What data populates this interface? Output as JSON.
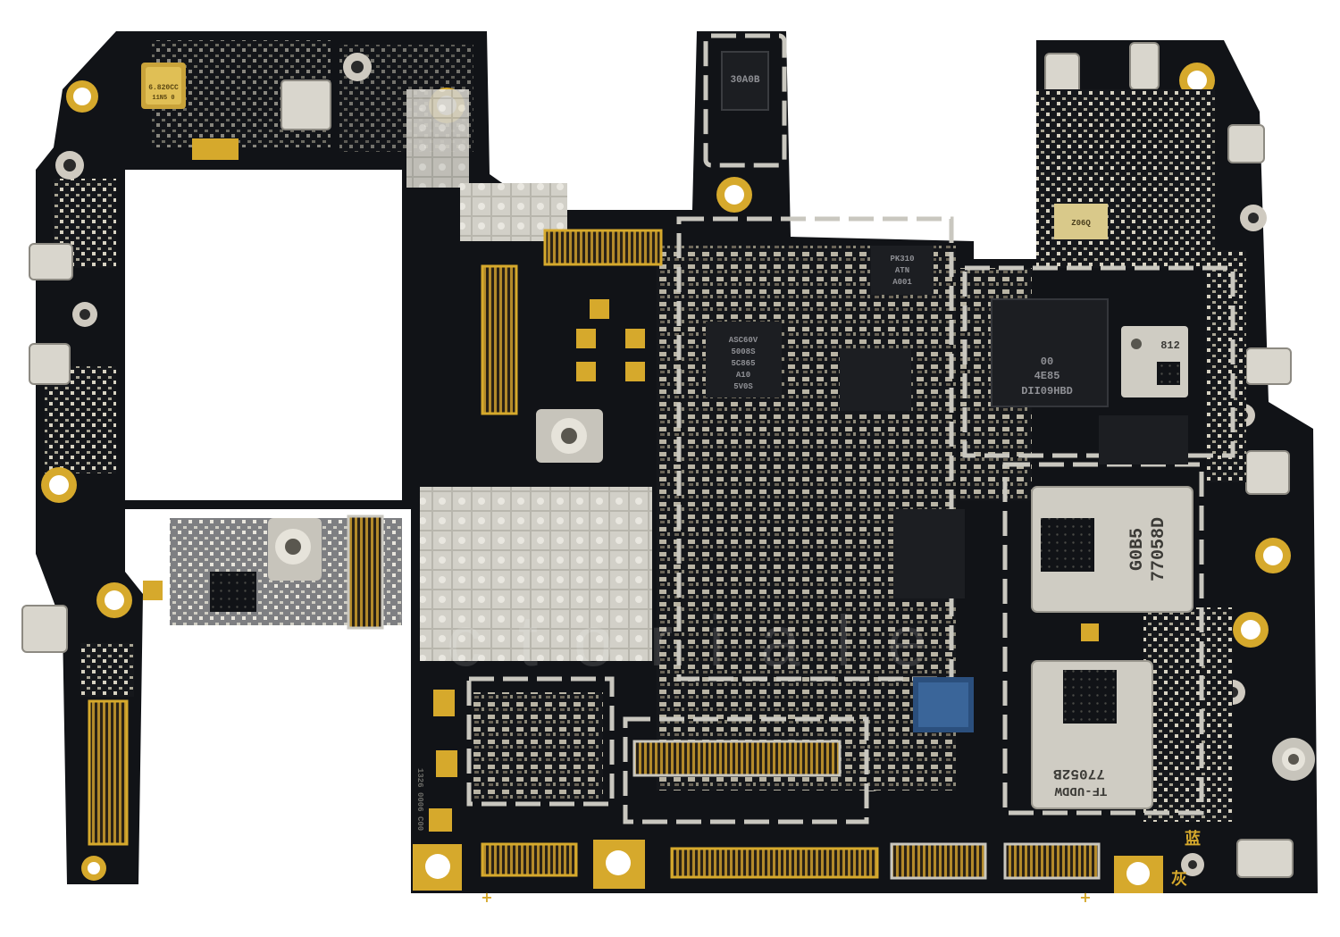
{
  "chip_markings": {
    "crystal": "6.820CC",
    "crystal_sub": "11N5 0",
    "top_ic": "30A0B",
    "pmic_small": [
      "PK310",
      "ATN",
      "A001"
    ],
    "left_ic": [
      "ASC60V",
      "5008S",
      "5C865",
      "A10",
      "5V0S"
    ],
    "baseband": [
      "00",
      "4E85",
      "DII09HBD"
    ],
    "apple_chip": "812",
    "rf_module_1": [
      "77058D",
      "G0B5"
    ],
    "rf_module_2": [
      "77052B",
      "TF-UDDW"
    ],
    "small_label": "Z06Q"
  },
  "silkscreen": {
    "blue": "蓝",
    "gray": "灰",
    "plus": "+",
    "serial": "1326 0006 C00"
  },
  "watermark": "ictoriale",
  "colors": {
    "board": "#111317",
    "gold": "#d6a92c",
    "shield": "#c9c7bf",
    "solder": "#b9b6ab",
    "background": "#ffffff"
  }
}
